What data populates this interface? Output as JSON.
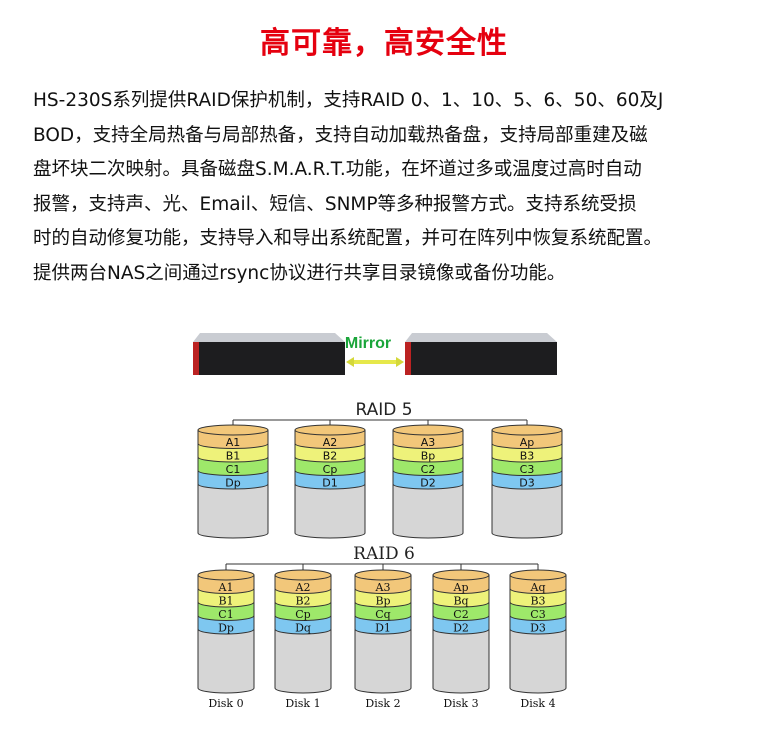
{
  "title": "高可靠，高安全性",
  "paragraph_lines": [
    "HS-230S系列提供RAID保护机制，支持RAID 0、1、10、5、6、50、60及J",
    "BOD，支持全局热备与局部热备，支持自动加载热备盘，支持局部重建及磁",
    "盘坏块二次映射。具备磁盘S.M.A.R.T.功能，在坏道过多或温度过高时自动",
    "报警，支持声、光、Email、短信、SNMP等多种报警方式。支持系统受损",
    " 时的自动修复功能，支持导入和导出系统配置，并可在阵列中恢复系统配置。",
    "提供两台NAS之间通过rsync协议进行共享目录镜像或备份功能。"
  ],
  "mirror_label": "Mirror",
  "colors": {
    "title": "#e5000f",
    "mirror": "#1aa53a",
    "a": "#f2c77a",
    "b": "#eef27a",
    "c": "#9ee86a",
    "d": "#7ec7f0",
    "body": "#d6d6d6"
  },
  "raid5": {
    "title": "RAID 5",
    "disks": [
      [
        "A1",
        "B1",
        "C1",
        "Dp"
      ],
      [
        "A2",
        "B2",
        "Cp",
        "D1"
      ],
      [
        "A3",
        "Bp",
        "C2",
        "D2"
      ],
      [
        "Ap",
        "B3",
        "C3",
        "D3"
      ]
    ]
  },
  "raid6": {
    "title": "RAID 6",
    "disks": [
      [
        "A1",
        "B1",
        "C1",
        "Dp"
      ],
      [
        "A2",
        "B2",
        "Cp",
        "Dq"
      ],
      [
        "A3",
        "Bp",
        "Cq",
        "D1"
      ],
      [
        "Ap",
        "Bq",
        "C2",
        "D2"
      ],
      [
        "Aq",
        "B3",
        "C3",
        "D3"
      ]
    ],
    "labels": [
      "Disk 0",
      "Disk 1",
      "Disk 2",
      "Disk 3",
      "Disk 4"
    ]
  }
}
